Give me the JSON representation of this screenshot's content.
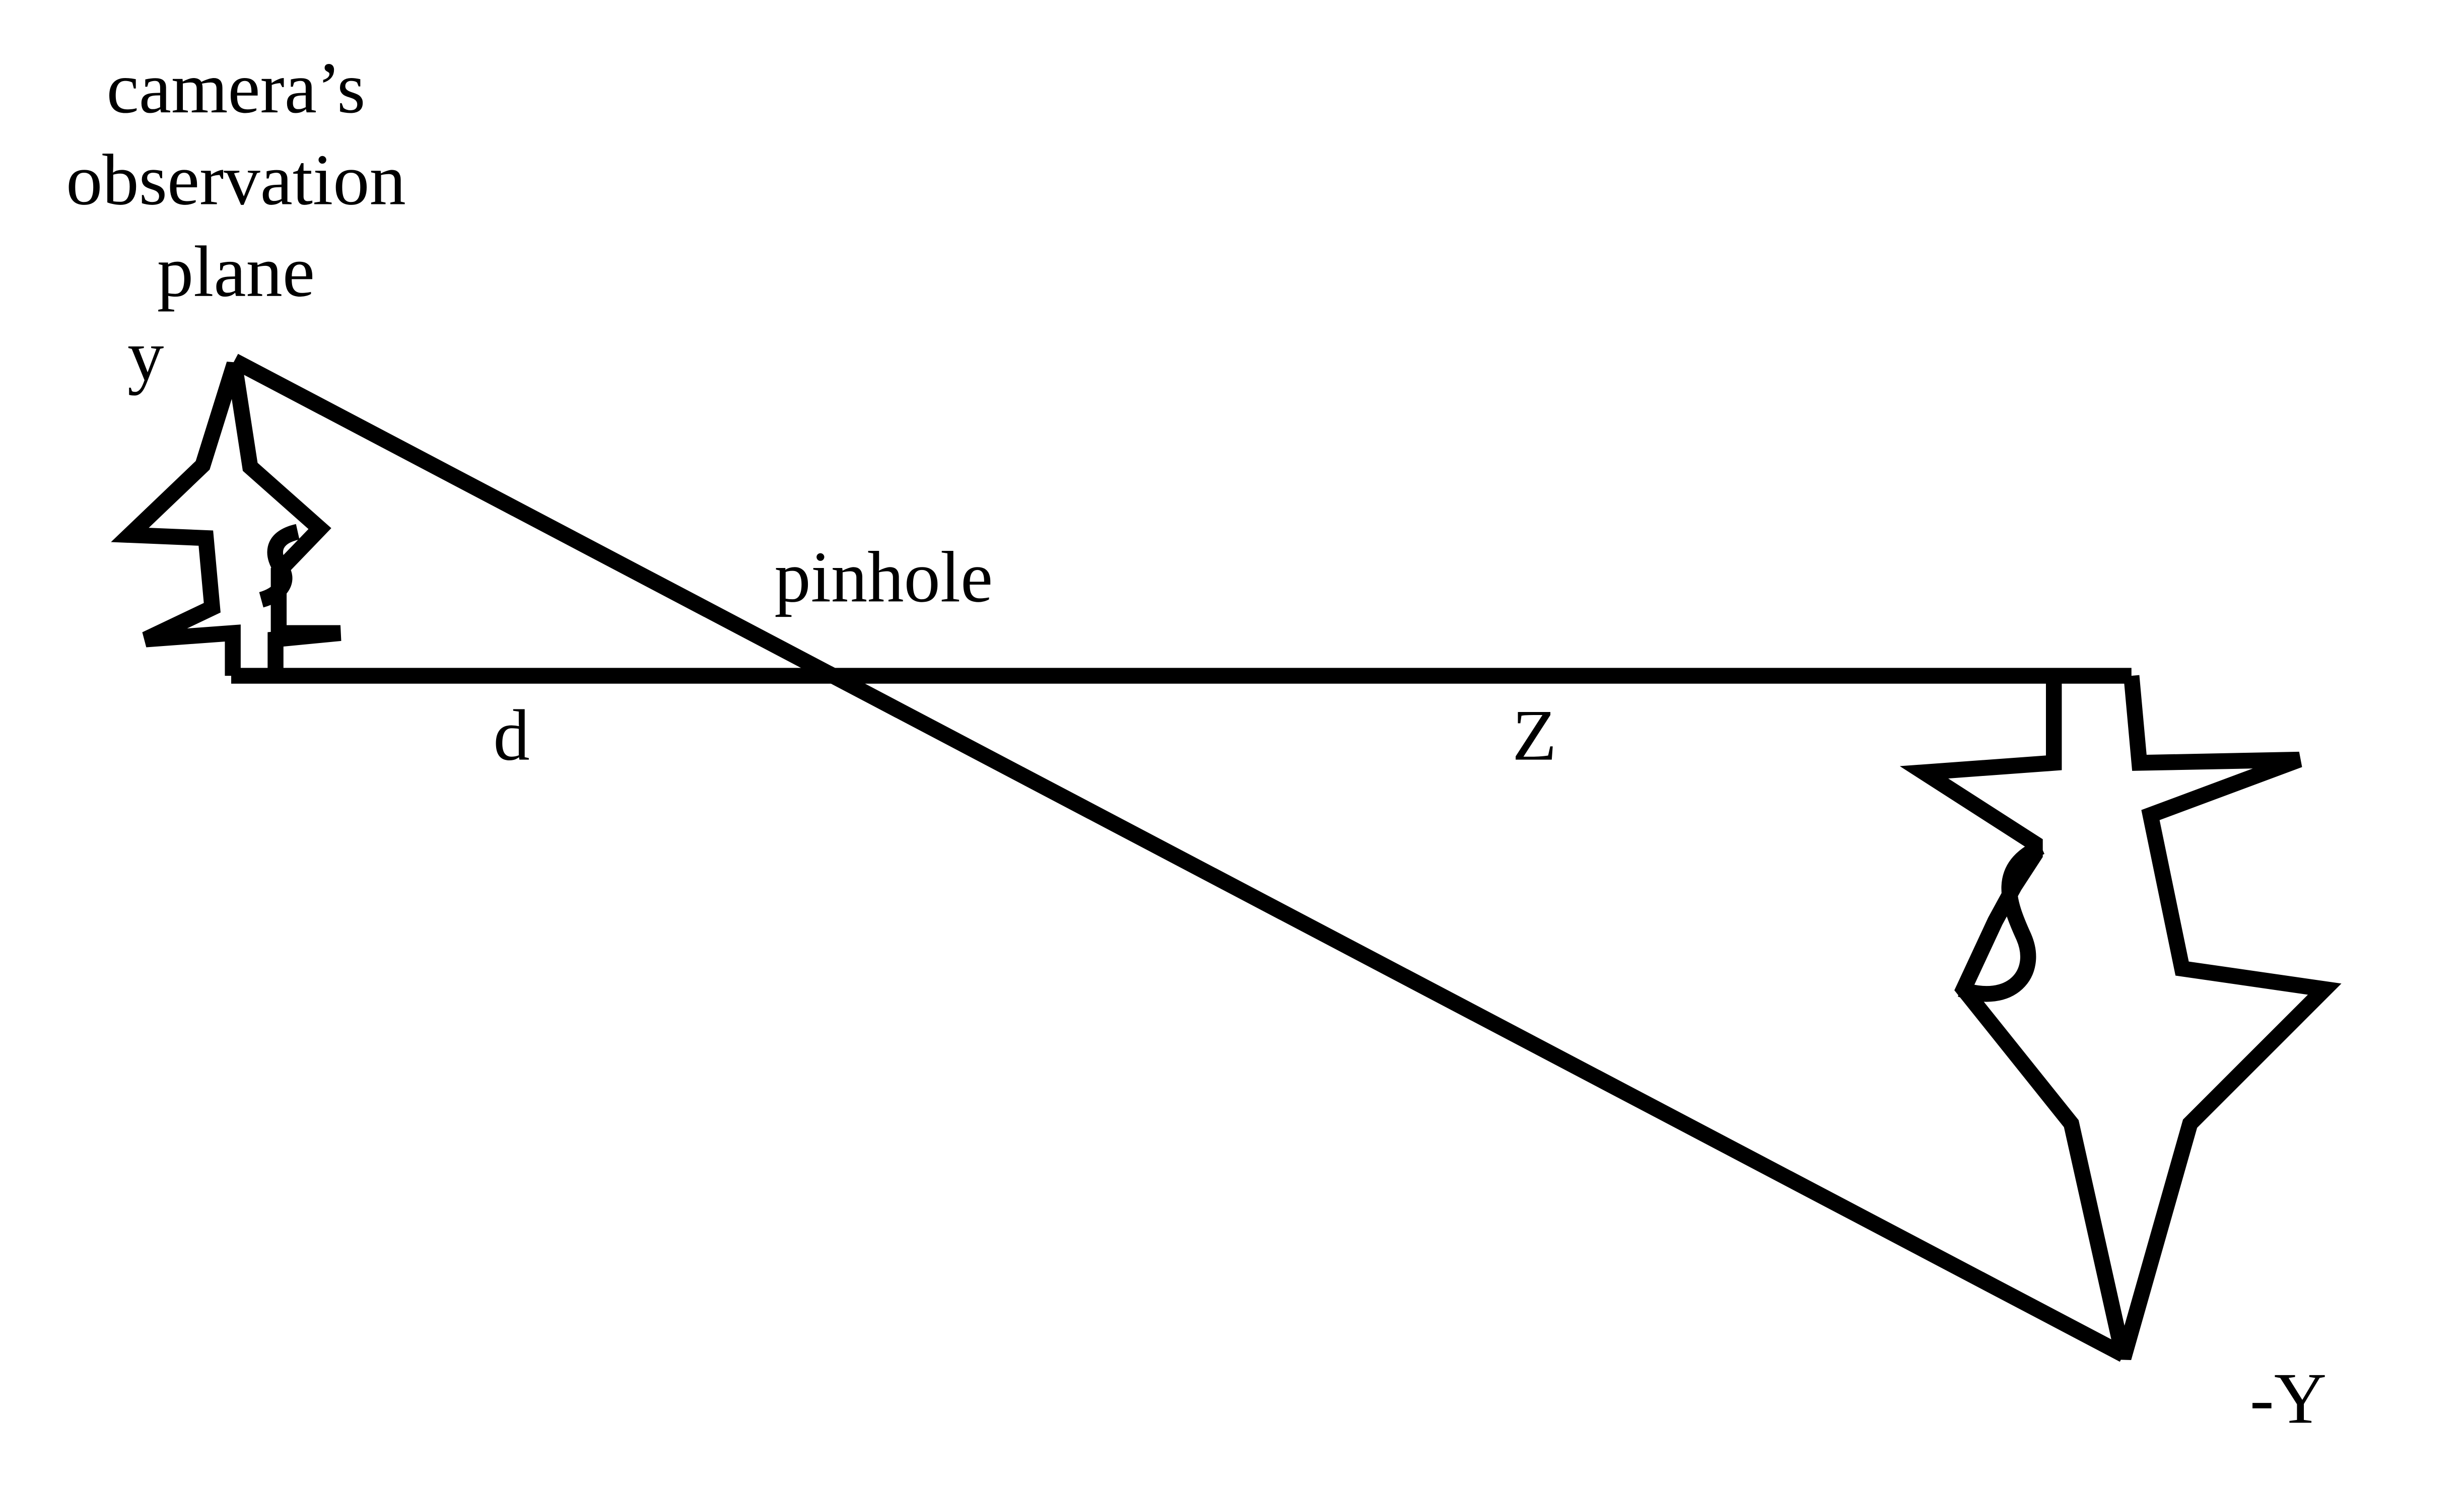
{
  "labels": {
    "plane_title_line1": "camera’s",
    "plane_title_line2": "observation",
    "plane_title_line3": "plane",
    "image_height": "y",
    "pinhole": "pinhole",
    "image_distance": "d",
    "object_distance": "Z",
    "object_height": "-Y"
  },
  "colors": {
    "line": "#000000",
    "background": "#ffffff"
  }
}
